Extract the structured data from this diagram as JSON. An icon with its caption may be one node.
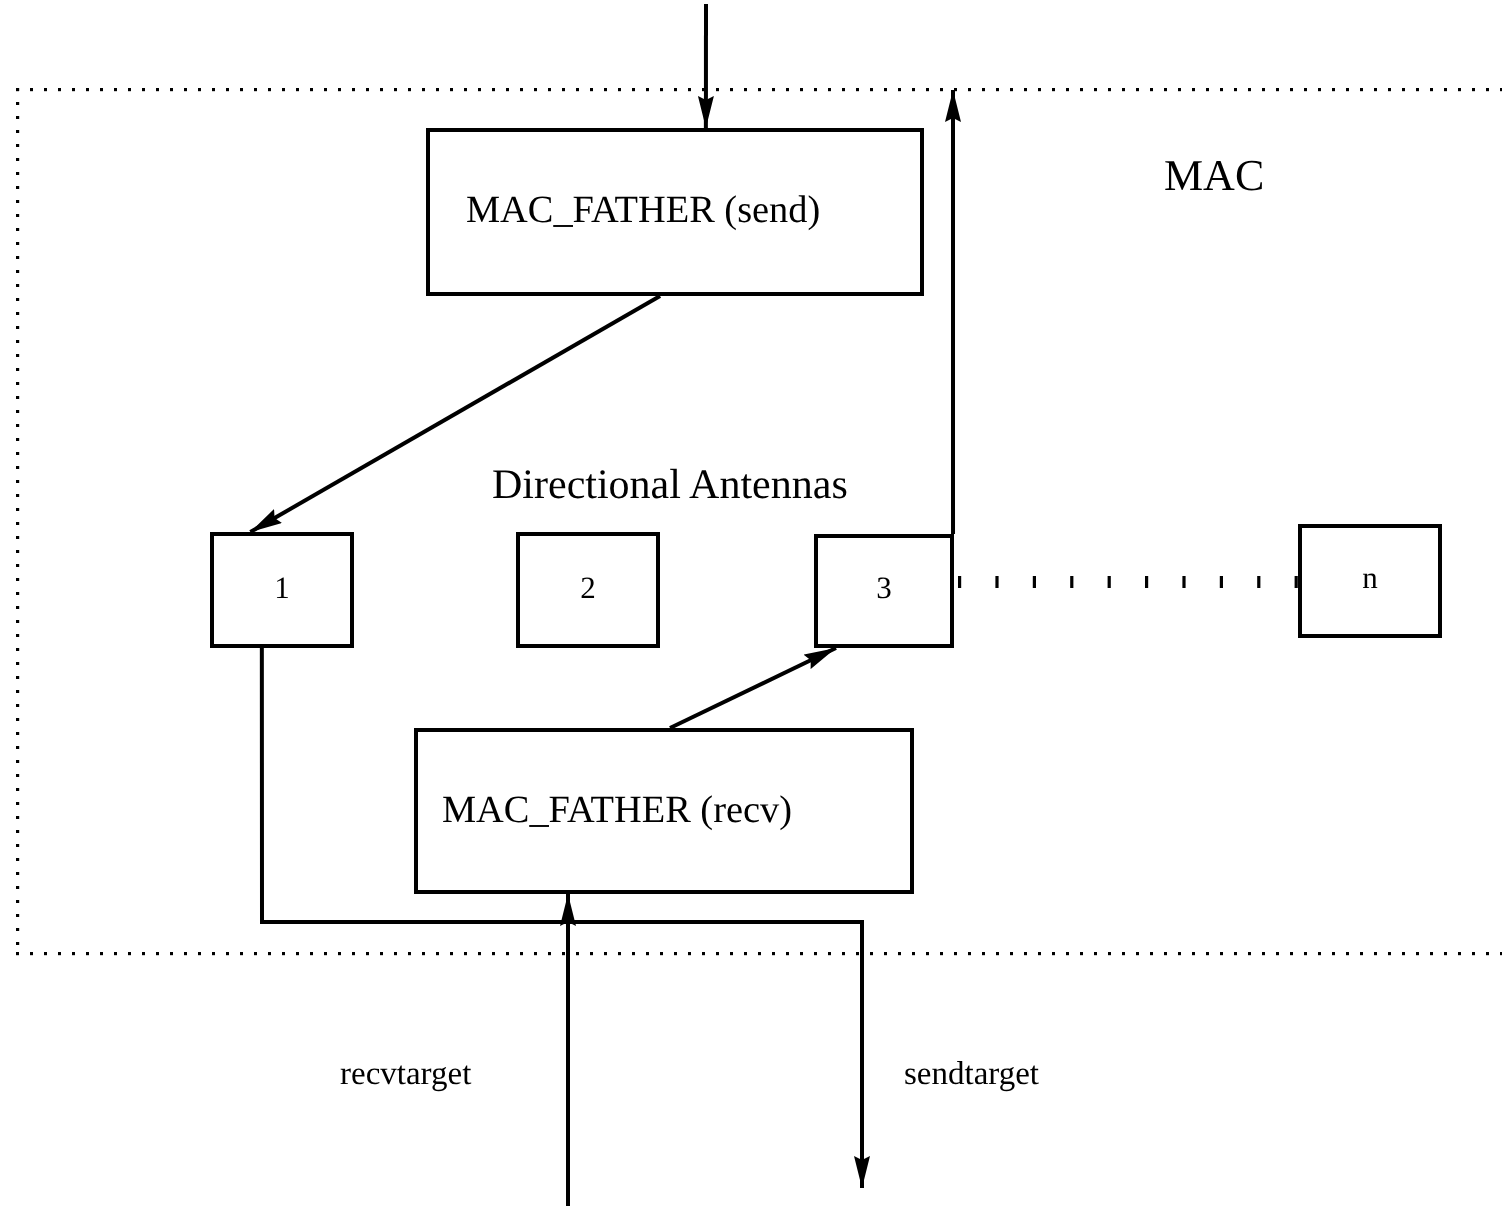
{
  "diagram": {
    "nodes": [
      {
        "text": [
          "MAC"
        ]
      },
      {
        "text": [
          "MAC_FATHER (send)"
        ],
        "in": 0
      },
      {
        "text": [
          "1"
        ],
        "in": 0
      },
      {
        "text": [
          "2"
        ],
        "in": 0
      },
      {
        "text": [
          "3"
        ],
        "in": 0
      },
      {
        "text": [
          "n"
        ],
        "in": 0
      },
      {
        "text": [
          "MAC_FATHER (recv)"
        ],
        "in": 0
      }
    ],
    "edges": [
      {
        "from": null,
        "to": 1,
        "arrow": "to"
      },
      {
        "from": 1,
        "to": 2,
        "arrow": "to"
      },
      {
        "from": 6,
        "to": 4,
        "arrow": "to"
      },
      {
        "from": 4,
        "to": null,
        "arrow": "to"
      },
      {
        "from": 4,
        "to": 5,
        "arrow": "none",
        "style": "dashed"
      },
      {
        "from": 2,
        "to": null,
        "arrow": "to",
        "label": "sendtarget"
      },
      {
        "from": null,
        "to": 6,
        "arrow": "to",
        "label": "recvtarget"
      }
    ],
    "labels": [
      "Directional Antennas"
    ]
  }
}
